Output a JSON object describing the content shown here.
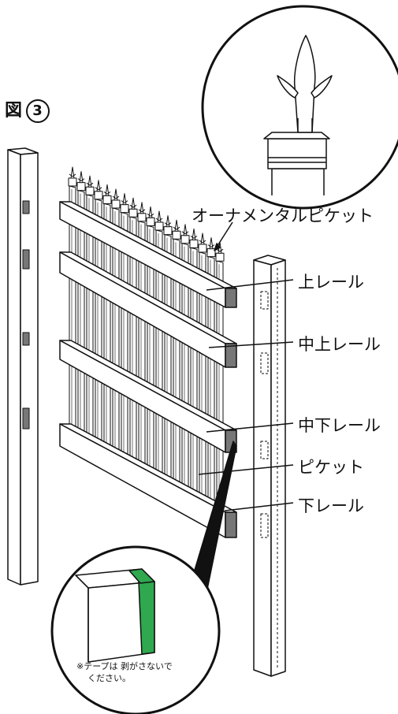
{
  "figure": {
    "title": "図",
    "number": "3"
  },
  "labels": {
    "ornamental_picket": "オーナメンタルピケット",
    "upper_rail": "上レール",
    "upper_middle_rail": "中上レール",
    "lower_middle_rail": "中下レール",
    "picket": "ピケット",
    "lower_rail": "下レール"
  },
  "note": {
    "line1": "※テープは 剥がさないで",
    "line2": "ください。"
  },
  "colors": {
    "line": "#111111",
    "slot": "#777777",
    "tape": "#2fa84f",
    "fill": "#ffffff"
  }
}
